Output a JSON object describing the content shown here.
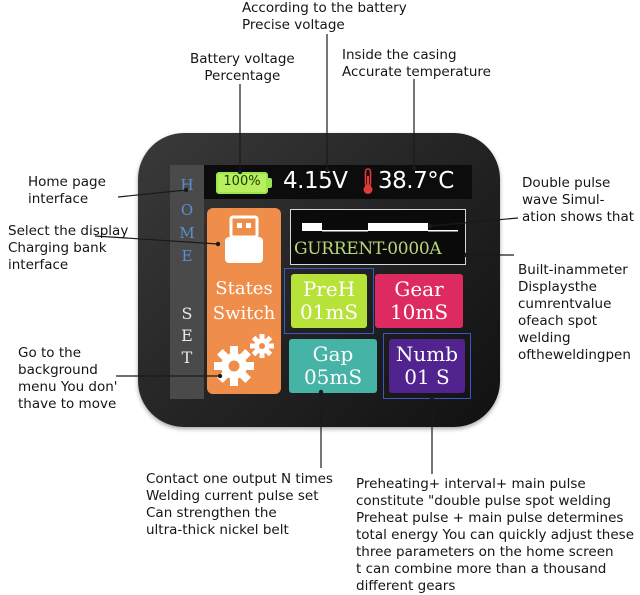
{
  "annotations": {
    "battery_precise": "According to the battery\nPrecise voltage",
    "battery_percentage": "Battery voltage\nPercentage",
    "casing_temperature": "Inside the casing\nAccurate temperature",
    "home_interface": "Home page\ninterface",
    "double_pulse": "Double pulse\nwave Simul-\nation shows that",
    "display_select": "Select the display\nCharging bank\ninterface",
    "ammeter": "Built-inammeter\nDisplaysthe\ncumrentvalue\nofeach spot\nwelding\noftheweldingpen",
    "background_menu": "Go to the\nbackground\nmenu You don'\nthave to move",
    "contact_output": "Contact one output N times\nWelding current pulse set\nCan strengthen the\nultra-thick nickel belt",
    "preheating": "Preheating+ interval+ main pulse\nconstitute \"double pulse spot welding\nPreheat pulse + main pulse determines\ntotal energy You can quickly adjust these\nthree parameters on the home screen\nt can combine more than a thousand\ndifferent gears"
  },
  "device": {
    "sidebar": {
      "home_letters": [
        "H",
        "O",
        "M",
        "E"
      ],
      "set_letters": [
        "S",
        "E",
        "T"
      ]
    },
    "status_bar": {
      "battery_percent": "100%",
      "voltage": "4.15V",
      "temperature": "38.7°C"
    },
    "states_switch_label": "States\nSwitch",
    "wave_panel": {
      "current_readout": "GURRENT-0000A"
    },
    "tiles": {
      "preh": "PreH\n01mS",
      "gear": "Gear\n10mS",
      "gap": "Gap\n05mS",
      "numb": "Numb\n01 S"
    }
  },
  "colors": {
    "states_button": "#ee8e4a",
    "preh_tile": "#b6e23a",
    "gear_tile": "#dd2b62",
    "gap_tile": "#45b3a6",
    "numb_tile": "#50238f",
    "battery_fill": "#b7ef5e",
    "current_text": "#b9d77a",
    "thermometer": "#e03a3a"
  },
  "icons": [
    "usb-drive-icon",
    "gear-icon",
    "thermometer-icon",
    "battery-icon"
  ]
}
